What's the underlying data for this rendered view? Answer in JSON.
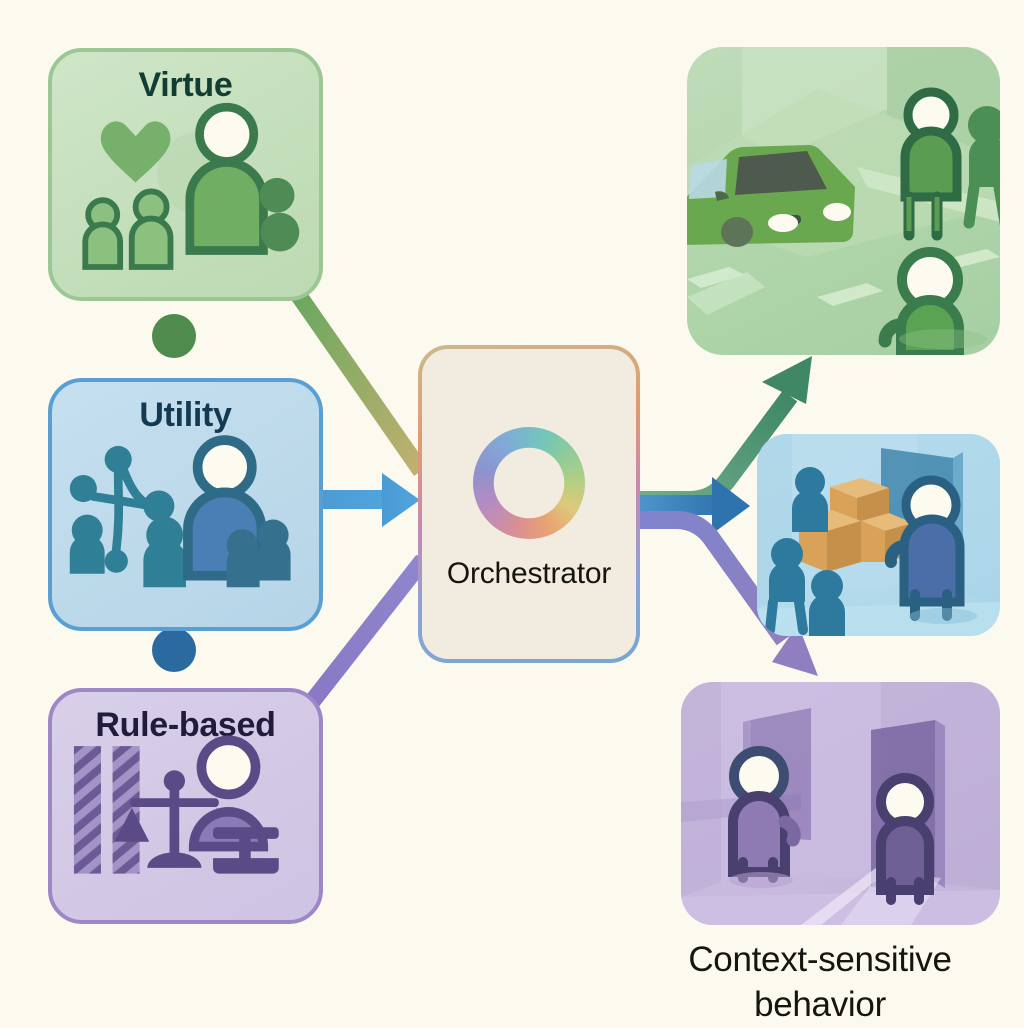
{
  "background_color": "#fcfaef",
  "inputs": {
    "cards": [
      {
        "id": "virtue",
        "label": "Virtue",
        "accent": "#6aa85f",
        "border": "#9cc795",
        "fill": "#c7e0be",
        "text_color": "#123d33",
        "icons": [
          "heart-icon",
          "people-group-icon",
          "person-with-child-icon"
        ]
      },
      {
        "id": "utility",
        "label": "Utility",
        "accent": "#3f8fc7",
        "border": "#5a9fd4",
        "fill": "#bdd9ea",
        "text_color": "#133a52",
        "icons": [
          "network-nodes-icon",
          "people-group-icon",
          "person-figure-icon"
        ]
      },
      {
        "id": "rule-based",
        "label": "Rule-based",
        "accent": "#7a62ae",
        "border": "#9d87c6",
        "fill": "#d3c9e6",
        "text_color": "#221c3c",
        "icons": [
          "striped-bars-icon",
          "scales-of-justice-icon",
          "person-at-desk-icon"
        ]
      }
    ],
    "connector_dots": [
      {
        "name": "virtue-utility-dot",
        "color": "#4f8b4c"
      },
      {
        "name": "utility-rule-dot",
        "color": "#2a6a9e"
      }
    ]
  },
  "orchestrator": {
    "label": "Orchestrator",
    "ring_colors": [
      "#7fc9a8",
      "#a9cf86",
      "#dcca7c",
      "#e8a471",
      "#d98f93",
      "#b88bc0",
      "#8d93cf",
      "#7eaed6"
    ],
    "card_fill": "#f2ece0",
    "border_gradient": [
      "#cbb98d",
      "#e09a72",
      "#c389b6",
      "#8aa4d8",
      "#77a7cf"
    ]
  },
  "outputs": {
    "scenes": [
      {
        "id": "street",
        "name": "street-crosswalk-scene",
        "tint": "#b2d6ac",
        "accent": "#4f8b4c",
        "elements": [
          "car-icon",
          "pedestrian-icon",
          "pedestrian-icon",
          "pedestrian-icon",
          "crosswalk-stripes"
        ]
      },
      {
        "id": "warehouse",
        "name": "warehouse-queue-scene",
        "tint": "#b4dbec",
        "accent": "#2c6f9c",
        "elements": [
          "cardboard-box-icon",
          "cardboard-box-icon",
          "cardboard-box-icon",
          "doorway-icon",
          "person-icon",
          "person-icon",
          "person-icon",
          "person-icon"
        ]
      },
      {
        "id": "doors",
        "name": "doorway-corridor-scene",
        "tint": "#c8bade",
        "accent": "#5a4b86",
        "elements": [
          "doorway-icon",
          "doorway-icon",
          "person-icon",
          "person-icon"
        ]
      }
    ],
    "caption": "Context-sensitive behavior"
  },
  "arrows": {
    "inbound": [
      {
        "name": "virtue-to-orchestrator-arrow",
        "color": "#7cb061",
        "from": "virtue",
        "to": "orchestrator"
      },
      {
        "name": "utility-to-orchestrator-arrow",
        "color": "#4a9ad4",
        "from": "utility",
        "to": "orchestrator"
      },
      {
        "name": "rule-to-orchestrator-arrow",
        "color": "#8977c4",
        "from": "rule-based",
        "to": "orchestrator"
      }
    ],
    "outbound": [
      {
        "name": "orchestrator-to-street-arrow",
        "color": "#57a27f",
        "to": "street"
      },
      {
        "name": "orchestrator-to-warehouse-arrow",
        "color": "#3d82bd",
        "to": "warehouse"
      },
      {
        "name": "orchestrator-to-doors-arrow",
        "color": "#7f79c4",
        "to": "doors"
      }
    ]
  }
}
